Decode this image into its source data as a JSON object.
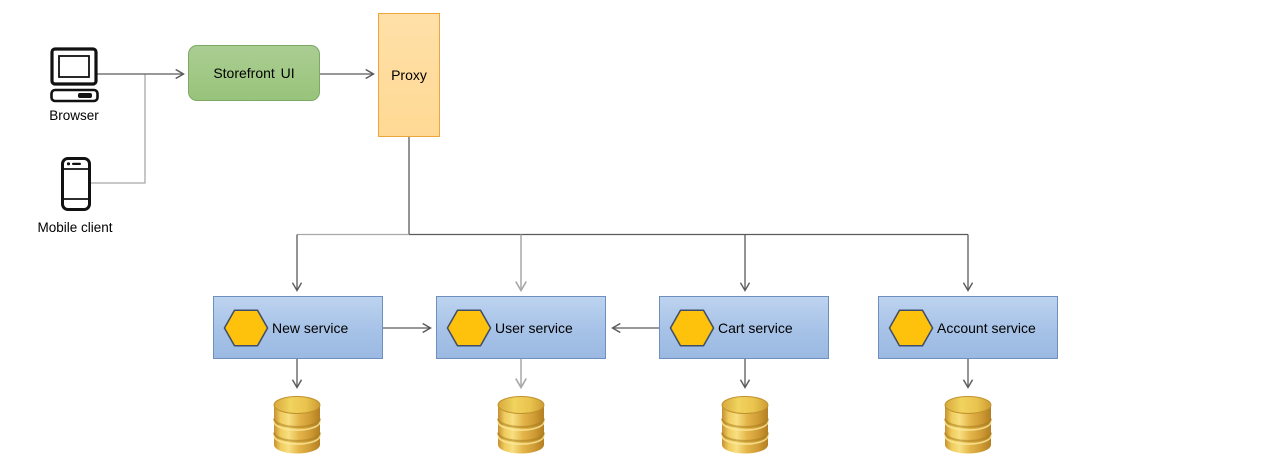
{
  "diagram": {
    "clients": [
      {
        "id": "browser",
        "label": "Browser",
        "icon": "desktop-computer-icon"
      },
      {
        "id": "mobile",
        "label": "Mobile client",
        "icon": "smartphone-icon"
      }
    ],
    "gateway": {
      "storefront_label": "Storefront UI",
      "proxy_label": "Proxy"
    },
    "services": [
      {
        "label": "New service",
        "icon": "hexagon-icon",
        "datastore": "database-cylinder-icon"
      },
      {
        "label": "User service",
        "icon": "hexagon-icon",
        "datastore": "database-cylinder-icon"
      },
      {
        "label": "Cart service",
        "icon": "hexagon-icon",
        "datastore": "database-cylinder-icon"
      },
      {
        "label": "Account service",
        "icon": "hexagon-icon",
        "datastore": "database-cylinder-icon"
      }
    ],
    "connections": [
      {
        "from": "Browser",
        "to": "Storefront UI"
      },
      {
        "from": "Mobile client",
        "to": "Storefront UI"
      },
      {
        "from": "Storefront UI",
        "to": "Proxy"
      },
      {
        "from": "Proxy",
        "to": "New service"
      },
      {
        "from": "Proxy",
        "to": "User service"
      },
      {
        "from": "Proxy",
        "to": "Cart service"
      },
      {
        "from": "Proxy",
        "to": "Account service"
      },
      {
        "from": "New service",
        "to": "User service"
      },
      {
        "from": "Cart service",
        "to": "User service"
      },
      {
        "from": "New service",
        "to": "database"
      },
      {
        "from": "User service",
        "to": "database"
      },
      {
        "from": "Cart service",
        "to": "database"
      },
      {
        "from": "Account service",
        "to": "database"
      }
    ],
    "colors": {
      "storefront_fill": "#a0c884",
      "storefront_border": "#7ca964",
      "proxy_fill": "#ffd994",
      "proxy_border": "#eda63c",
      "service_fill": "#a6c2e7",
      "service_border": "#6e90be",
      "hexagon_fill": "#fec20d",
      "hexagon_border": "#3f4e68",
      "database_gold": "#e3b54a",
      "connector_dark": "#5a5a5a",
      "connector_light": "#a8a8a8"
    }
  }
}
